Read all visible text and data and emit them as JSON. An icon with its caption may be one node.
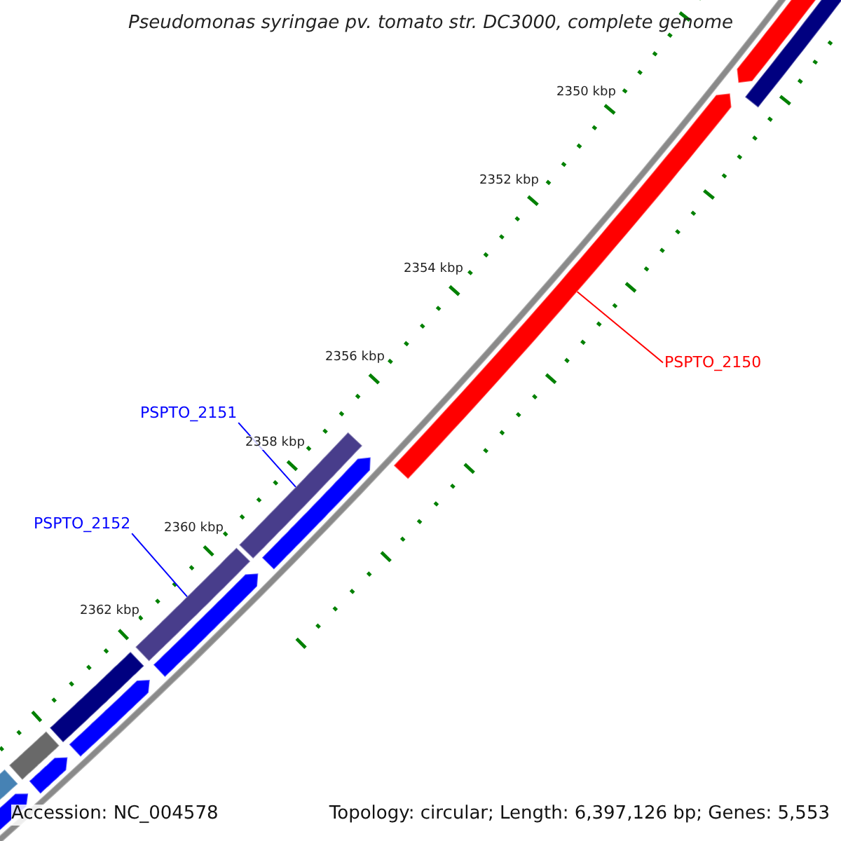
{
  "diagram": {
    "title": "Pseudomonas syringae pv. tomato str. DC3000, complete genome",
    "nodes": [
      {
        "text": [
          "PSPTO_2150"
        ]
      },
      {
        "text": [],
        "shape": "bar"
      },
      {
        "text": [
          "PSPTO_2151"
        ]
      },
      {
        "text": [],
        "shape": "bar"
      },
      {
        "text": [
          "PSPTO_2152"
        ]
      },
      {
        "text": [],
        "shape": "bar"
      }
    ],
    "edges": [
      {
        "from": 0,
        "to": 1,
        "arrow": "none",
        "color": "#ff0000"
      },
      {
        "from": 2,
        "to": 3,
        "arrow": "none"
      },
      {
        "from": 4,
        "to": 5,
        "arrow": "none"
      }
    ],
    "labels": [
      "2350 kbp",
      "2352 kbp",
      "2354 kbp",
      "2356 kbp",
      "2358 kbp",
      "2360 kbp",
      "2362 kbp",
      "Accession: NC_004578",
      "Topology: circular; Length: 6,397,126 bp; Genes: 5,553"
    ]
  }
}
